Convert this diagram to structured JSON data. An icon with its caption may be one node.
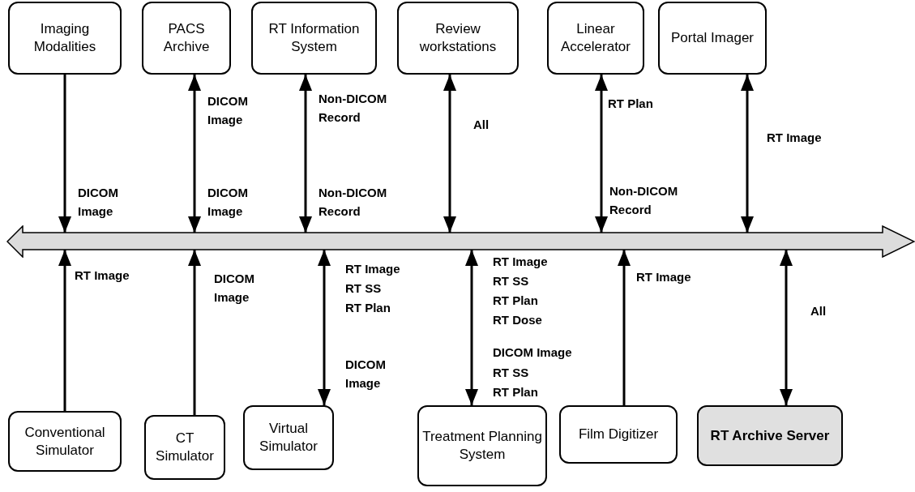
{
  "diagram": {
    "nodes": [
      {
        "text": [
          "Imaging Modalities"
        ]
      },
      {
        "text": [
          "PACS Archive"
        ]
      },
      {
        "text": [
          "RT Information System"
        ]
      },
      {
        "text": [
          "Review workstations"
        ]
      },
      {
        "text": [
          "Linear Accelerator"
        ]
      },
      {
        "text": [
          "Portal Imager"
        ]
      },
      {
        "text": [],
        "shape": "bar"
      },
      {
        "text": [
          "Conventional Simulator"
        ]
      },
      {
        "text": [
          "CT Simulator"
        ]
      },
      {
        "text": [
          "Virtual Simulator"
        ]
      },
      {
        "text": [
          "Treatment Planning System"
        ]
      },
      {
        "text": [
          "Film Digitizer"
        ]
      },
      {
        "text": [
          "RT Archive Server"
        ]
      }
    ],
    "edges": [
      {
        "from": 0,
        "to": 6,
        "arrow": "to"
      },
      {
        "from": 1,
        "to": 6,
        "arrow": "both"
      },
      {
        "from": 2,
        "to": 6,
        "arrow": "both"
      },
      {
        "from": 3,
        "to": 6,
        "arrow": "both"
      },
      {
        "from": 4,
        "to": 6,
        "arrow": "both"
      },
      {
        "from": 5,
        "to": 6,
        "arrow": "both"
      },
      {
        "from": 7,
        "to": 6,
        "arrow": "to"
      },
      {
        "from": 8,
        "to": 6,
        "arrow": "to"
      },
      {
        "from": 9,
        "to": 6,
        "arrow": "both"
      },
      {
        "from": 10,
        "to": 6,
        "arrow": "both"
      },
      {
        "from": 11,
        "to": 6,
        "arrow": "to"
      },
      {
        "from": 12,
        "to": 6,
        "arrow": "both"
      }
    ],
    "labels": [
      "DICOM Image",
      "DICOM Image",
      "DICOM Image",
      "Non-DICOM Record",
      "Non-DICOM Record",
      "All",
      "RT Plan",
      "Non-DICOM Record",
      "RT Image",
      "RT Image",
      "DICOM Image",
      "RT Image",
      "RT SS",
      "RT Plan",
      "DICOM Image",
      "RT Image",
      "RT SS",
      "RT Plan",
      "RT Dose",
      "DICOM Image",
      "RT SS",
      "RT Plan",
      "RT Image",
      "All"
    ]
  }
}
